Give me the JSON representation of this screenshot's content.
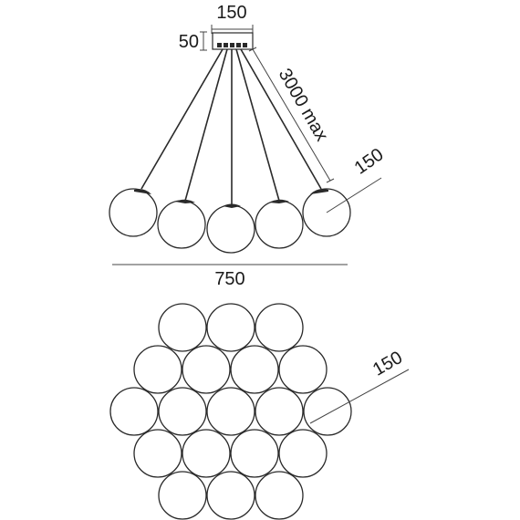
{
  "dimensions": {
    "canopy_width": "150",
    "canopy_height": "50",
    "cable_length": "3000 max",
    "globe_diameter_side": "150",
    "overall_width": "750",
    "globe_diameter_top": "150"
  },
  "colors": {
    "line": "#2a2a2a",
    "text": "#1a1a1a"
  }
}
